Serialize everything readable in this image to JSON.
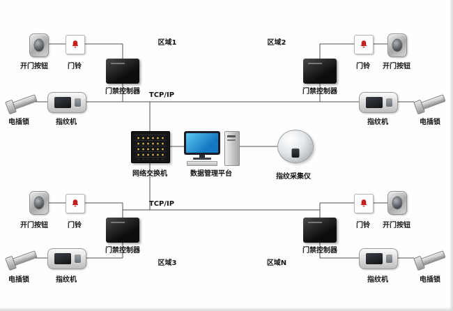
{
  "diagram": {
    "zone_labels": {
      "zone1": "区域1",
      "zone2": "区域2",
      "zone3": "区域3",
      "zoneN": "区域N"
    },
    "device_labels": {
      "open_button": "开门按钮",
      "doorbell": "门铃",
      "access_controller": "门禁控制器",
      "fingerprint_reader": "指纹机",
      "electric_lock": "电插锁",
      "network_switch": "网络交换机",
      "data_platform": "数据管理平台",
      "fingerprint_collector": "指纹采集仪"
    },
    "connection_label": "TCP/IP",
    "colors": {
      "bell_red": "#c21f1f",
      "screen_blue": "#1379c4",
      "line_gray": "#4d4d4d"
    }
  }
}
